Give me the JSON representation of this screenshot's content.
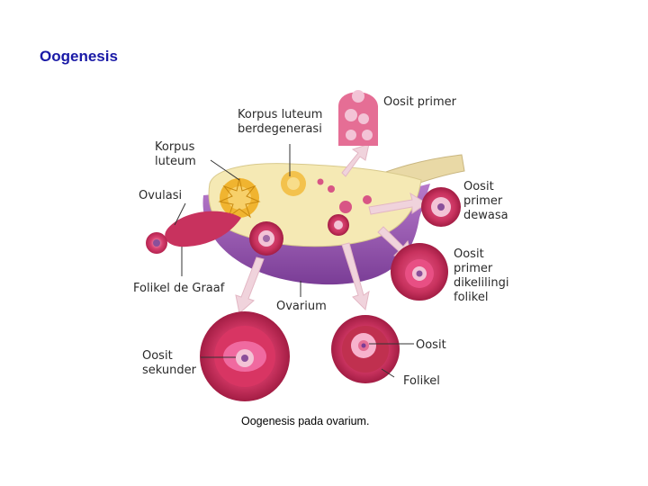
{
  "slide": {
    "title": "Oogenesis"
  },
  "diagram": {
    "labels": {
      "korpus_luteum_degenerasi_1": "Korpus luteum",
      "korpus_luteum_degenerasi_2": "berdegenerasi",
      "korpus_luteum_1": "Korpus",
      "korpus_luteum_2": "luteum",
      "ovulasi": "Ovulasi",
      "folikel_de_graaf": "Folikel de Graaf",
      "ovarium": "Ovarium",
      "oosit_sekunder_1": "Oosit",
      "oosit_sekunder_2": "sekunder",
      "oosit_primer": "Oosit primer",
      "oosit_primer_dewasa_1": "Oosit",
      "oosit_primer_dewasa_2": "primer",
      "oosit_primer_dewasa_3": "dewasa",
      "oosit_dikelilingi_1": "Oosit",
      "oosit_dikelilingi_2": "primer",
      "oosit_dikelilingi_3": "dikelilingi",
      "oosit_dikelilingi_4": "folikel",
      "oosit": "Oosit",
      "folikel": "Folikel"
    },
    "caption": "Oogenesis pada ovarium."
  }
}
